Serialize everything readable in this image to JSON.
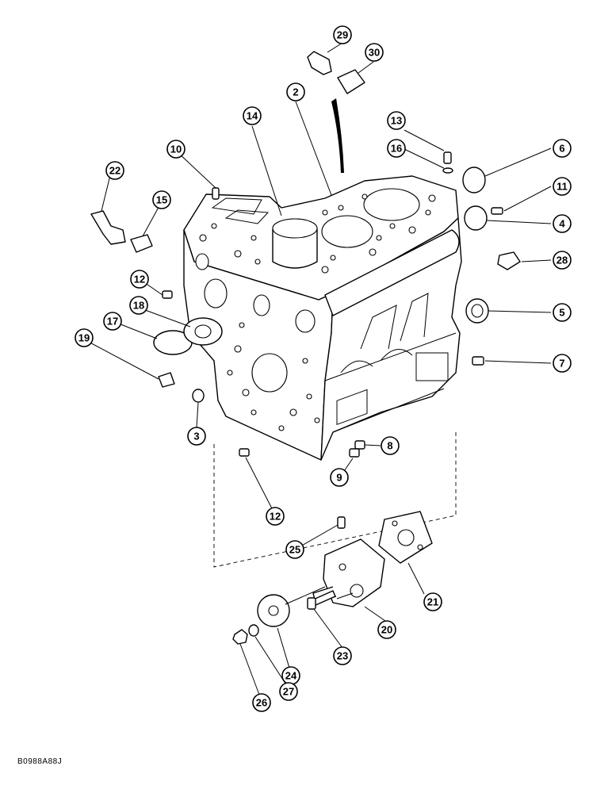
{
  "drawing_code": "B0988A88J",
  "callouts": [
    "2",
    "3",
    "4",
    "5",
    "6",
    "7",
    "8",
    "9",
    "10",
    "11",
    "12",
    "12",
    "13",
    "14",
    "15",
    "16",
    "17",
    "18",
    "19",
    "20",
    "21",
    "22",
    "23",
    "24",
    "25",
    "26",
    "27",
    "28",
    "29",
    "30"
  ]
}
